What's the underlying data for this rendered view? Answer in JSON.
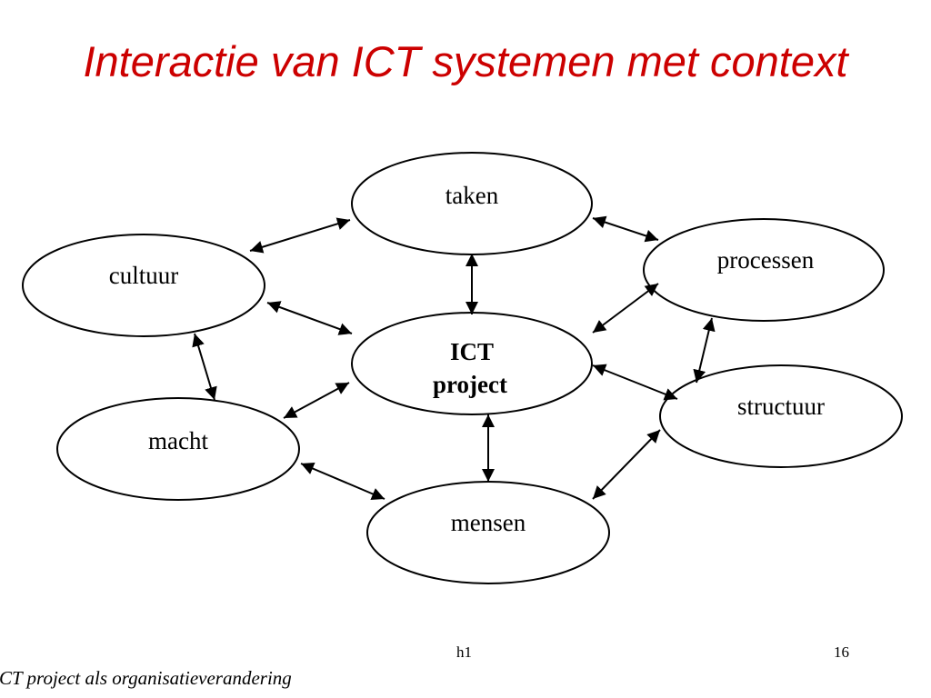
{
  "slide": {
    "title": "Interactie van ICT systemen met context"
  },
  "nodes": {
    "taken": "taken",
    "cultuur": "cultuur",
    "processen": "processen",
    "ict_line1": "ICT",
    "ict_line2": "project",
    "macht": "macht",
    "structuur": "structuur",
    "mensen": "mensen"
  },
  "footer": {
    "center": "h1",
    "page_number": "16",
    "left": "ICT project als organisatieverandering"
  },
  "colors": {
    "title": "#cc0000",
    "lines": "#000000",
    "background": "#ffffff"
  }
}
